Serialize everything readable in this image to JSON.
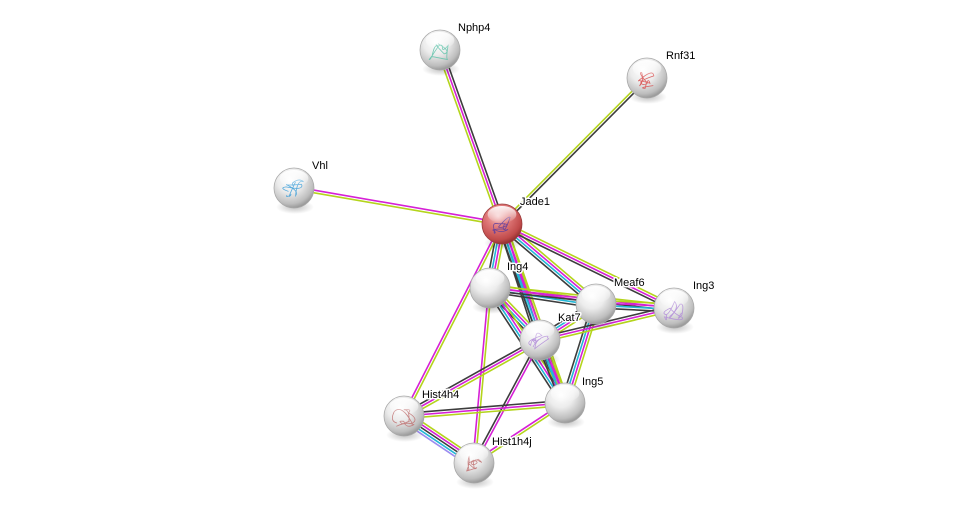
{
  "diagram": {
    "type": "protein-interaction-network",
    "query_protein": "Jade1",
    "evidence_colors": {
      "experiments": "#d620d6",
      "databases": "#22b7d6",
      "textmining": "#b4d41c",
      "coexpression": "#3d3d3d",
      "curated": "#9c8cf0"
    },
    "nodes": [
      {
        "id": "Nphp4",
        "label": "Nphp4",
        "color": "#e8e8e8",
        "structure": true,
        "structure_color": "#5cc2a8"
      },
      {
        "id": "Rnf31",
        "label": "Rnf31",
        "color": "#e8e8e8",
        "structure": true,
        "structure_color": "#d84848"
      },
      {
        "id": "Vhl",
        "label": "Vhl",
        "color": "#e8e8e8",
        "structure": true,
        "structure_color": "#3a9ed8"
      },
      {
        "id": "Jade1",
        "label": "Jade1",
        "color": "#e07070",
        "structure": true,
        "structure_color": "#5a3ca0"
      },
      {
        "id": "Ing4",
        "label": "Ing4",
        "color": "#e8e8e8",
        "structure": false
      },
      {
        "id": "Meaf6",
        "label": "Meaf6",
        "color": "#e8e8e8",
        "structure": false
      },
      {
        "id": "Ing3",
        "label": "Ing3",
        "color": "#e8e8e8",
        "structure": true,
        "structure_color": "#b08ad8"
      },
      {
        "id": "Kat7",
        "label": "Kat7",
        "color": "#e8e8e8",
        "structure": true,
        "structure_color": "#b08ad8"
      },
      {
        "id": "Ing5",
        "label": "Ing5",
        "color": "#e8e8e8",
        "structure": false
      },
      {
        "id": "Hist4h4",
        "label": "Hist4h4",
        "color": "#e8e8e8",
        "structure": true,
        "structure_color": "#c07070"
      },
      {
        "id": "Hist1h4j",
        "label": "Hist1h4j",
        "color": "#e8e8e8",
        "structure": true,
        "structure_color": "#c07070"
      }
    ],
    "edges": [
      {
        "source": "Jade1",
        "target": "Nphp4",
        "evidence": [
          "textmining",
          "experiments",
          "coexpression"
        ]
      },
      {
        "source": "Jade1",
        "target": "Rnf31",
        "evidence": [
          "textmining",
          "coexpression"
        ]
      },
      {
        "source": "Jade1",
        "target": "Vhl",
        "evidence": [
          "textmining",
          "experiments"
        ]
      },
      {
        "source": "Jade1",
        "target": "Ing4",
        "evidence": [
          "textmining",
          "experiments",
          "databases",
          "coexpression"
        ]
      },
      {
        "source": "Jade1",
        "target": "Meaf6",
        "evidence": [
          "textmining",
          "experiments",
          "databases",
          "coexpression"
        ]
      },
      {
        "source": "Jade1",
        "target": "Ing3",
        "evidence": [
          "textmining",
          "experiments",
          "coexpression"
        ]
      },
      {
        "source": "Jade1",
        "target": "Kat7",
        "evidence": [
          "textmining",
          "experiments",
          "databases",
          "coexpression"
        ]
      },
      {
        "source": "Jade1",
        "target": "Ing5",
        "evidence": [
          "textmining",
          "experiments",
          "databases",
          "coexpression"
        ]
      },
      {
        "source": "Jade1",
        "target": "Hist4h4",
        "evidence": [
          "textmining",
          "experiments"
        ]
      },
      {
        "source": "Ing4",
        "target": "Meaf6",
        "evidence": [
          "textmining",
          "experiments",
          "databases",
          "coexpression"
        ]
      },
      {
        "source": "Ing4",
        "target": "Ing3",
        "evidence": [
          "textmining",
          "experiments",
          "coexpression"
        ]
      },
      {
        "source": "Ing4",
        "target": "Kat7",
        "evidence": [
          "textmining",
          "experiments",
          "databases",
          "coexpression"
        ]
      },
      {
        "source": "Ing4",
        "target": "Ing5",
        "evidence": [
          "textmining",
          "experiments",
          "databases",
          "coexpression"
        ]
      },
      {
        "source": "Ing4",
        "target": "Hist1h4j",
        "evidence": [
          "textmining",
          "experiments"
        ]
      },
      {
        "source": "Meaf6",
        "target": "Ing3",
        "evidence": [
          "textmining",
          "experiments",
          "databases",
          "coexpression"
        ]
      },
      {
        "source": "Meaf6",
        "target": "Kat7",
        "evidence": [
          "textmining",
          "experiments",
          "databases",
          "coexpression"
        ]
      },
      {
        "source": "Meaf6",
        "target": "Ing5",
        "evidence": [
          "textmining",
          "experiments",
          "databases",
          "coexpression"
        ]
      },
      {
        "source": "Ing3",
        "target": "Kat7",
        "evidence": [
          "textmining",
          "experiments",
          "coexpression"
        ]
      },
      {
        "source": "Kat7",
        "target": "Ing5",
        "evidence": [
          "textmining",
          "experiments",
          "databases",
          "coexpression"
        ]
      },
      {
        "source": "Kat7",
        "target": "Hist4h4",
        "evidence": [
          "textmining",
          "experiments",
          "coexpression"
        ]
      },
      {
        "source": "Kat7",
        "target": "Hist1h4j",
        "evidence": [
          "experiments",
          "coexpression"
        ]
      },
      {
        "source": "Ing5",
        "target": "Hist4h4",
        "evidence": [
          "textmining",
          "experiments",
          "coexpression"
        ]
      },
      {
        "source": "Ing5",
        "target": "Hist1h4j",
        "evidence": [
          "textmining",
          "experiments"
        ]
      },
      {
        "source": "Hist4h4",
        "target": "Hist1h4j",
        "evidence": [
          "textmining",
          "experiments",
          "coexpression",
          "databases",
          "curated"
        ]
      }
    ]
  }
}
